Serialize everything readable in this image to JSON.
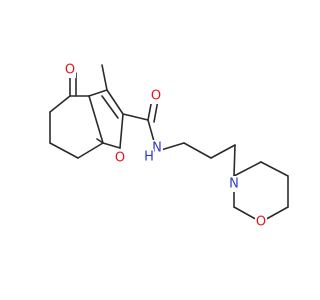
{
  "molecule": {
    "atoms": {
      "O_ketone": "O",
      "O_furan": "O",
      "O_amide": "O",
      "N_amide": "N",
      "H_amide": "H",
      "N_morpholine": "N",
      "O_morpholine": "O"
    },
    "colors": {
      "bond": "#2b2b2b",
      "oxygen": "#e8141c",
      "nitrogen": "#2f3bd6",
      "background": "#ffffff"
    }
  }
}
